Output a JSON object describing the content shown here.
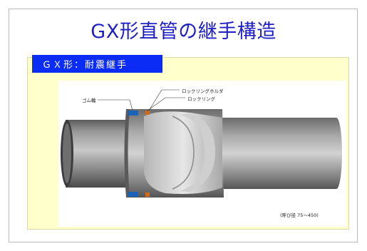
{
  "title": "GX形直管の継手構造",
  "tag": "ＧＸ形：耐震継手",
  "labels": {
    "rubber_ring": "ゴム輪",
    "lock_ring_holder": "ロックリングホルダ",
    "lock_ring": "ロックリング"
  },
  "note": "(呼び径 75～450)",
  "colors": {
    "title": "#1f1fc8",
    "tag_bg": "#0b2cf5",
    "panel_bg": "#ffffcc"
  }
}
